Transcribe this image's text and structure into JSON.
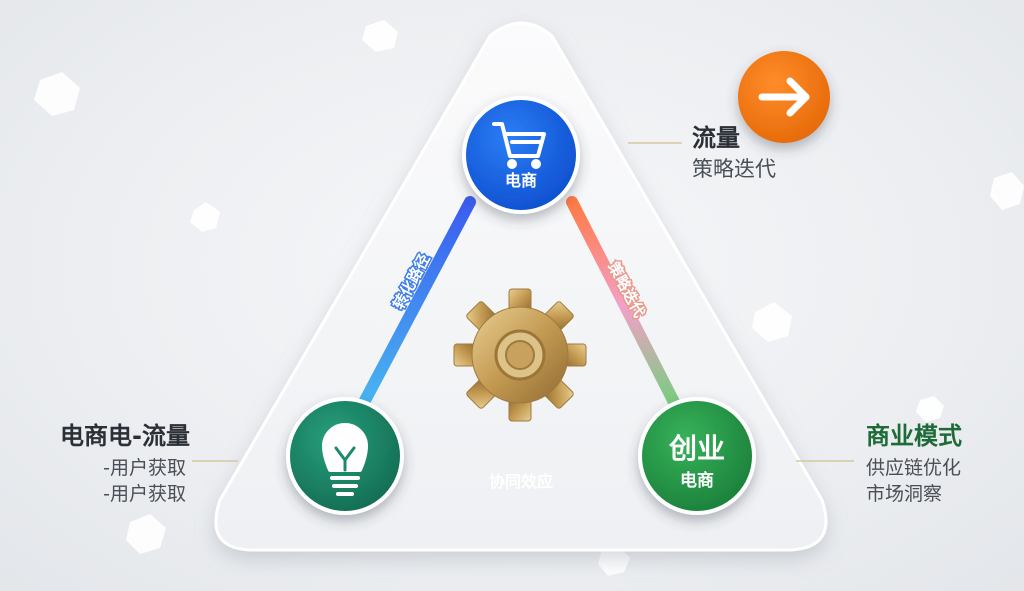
{
  "nodes": {
    "top": {
      "label": "电商",
      "color": "#1565e0"
    },
    "left": {
      "color": "#1c8a6a"
    },
    "right": {
      "label_line1": "创业",
      "label_line2": "电商",
      "color": "#2a9a4a"
    }
  },
  "edges": {
    "left": "转化路径",
    "right": "策略迭代",
    "bottom": "协同效应"
  },
  "callouts": {
    "top_right": {
      "title": "流量",
      "subtitle": "策略迭代"
    },
    "left": {
      "title": "电商电-流量",
      "line1": "-用户获取",
      "line2": "-用户获取"
    },
    "right": {
      "title": "商业模式",
      "line1": "供应链优化",
      "line2": "市场洞察"
    }
  },
  "colors": {
    "accent_orange": "#f07a12",
    "gear_gold": "#c9a45c"
  },
  "icons": {
    "top": "shopping-cart-icon",
    "left": "lightbulb-icon",
    "center": "gear-icon",
    "top_right": "arrow-right-icon"
  }
}
